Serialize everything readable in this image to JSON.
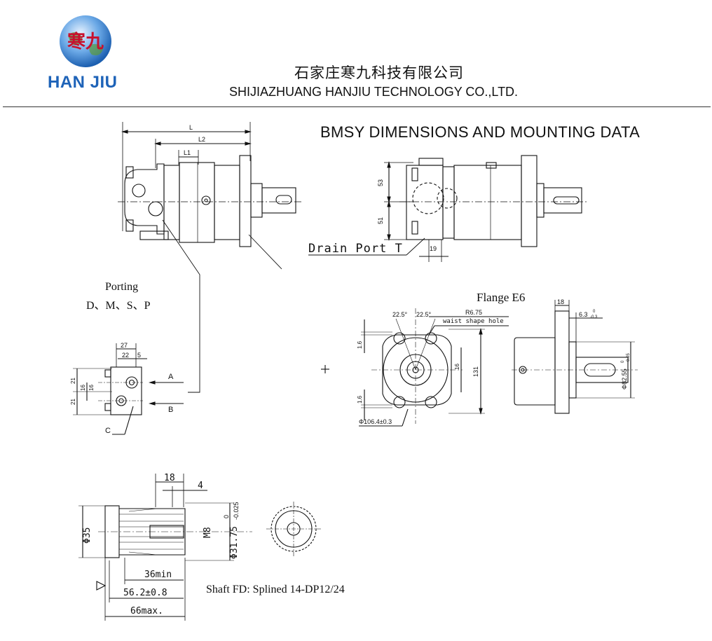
{
  "header": {
    "logo_text": "HAN JIU",
    "logo_mark": "寒九",
    "company_cn": "石家庄寒九科技有限公司",
    "company_en": "SHIJIAZHUANG HANJIU TECHNOLOGY CO.,LTD."
  },
  "title": "BMSY DIMENSIONS AND MOUNTING DATA",
  "side_view": {
    "dim_L": "L",
    "dim_L2": "L2",
    "dim_L1": "L1"
  },
  "porting": {
    "label": "Porting",
    "options": "D、M、S、P",
    "dim_27": "27",
    "dim_22": "22",
    "dim_5": "5",
    "dim_21a": "21",
    "dim_21b": "21",
    "dim_16a": "16",
    "dim_16b": "16",
    "port_A": "A",
    "port_B": "B",
    "port_C": "C"
  },
  "top_view": {
    "dim_53": "53",
    "dim_51": "51",
    "dim_19": "19",
    "drain_port": "Drain Port T"
  },
  "flange": {
    "label": "Flange E6",
    "angle_a": "22.5°",
    "angle_b": "22.5°",
    "radius": "R6.75",
    "hole_note": "waist shape hole",
    "dim_16a": "1.6",
    "dim_16b": "1.6",
    "dim_16c": "16",
    "dim_131": "131",
    "dia_bolt": "Φ106.4±0.3",
    "dim_18": "18",
    "dim_63": "6.3",
    "tol_63": "0",
    "tol_63b": "-0.3",
    "dia_pilot": "Φ82.55",
    "tol_pilot": "0",
    "tol_pilotb": "-0.05"
  },
  "shaft": {
    "dim_18": "18",
    "dim_4": "4",
    "dia_35": "Φ35",
    "thread": "M8",
    "dia_spline": "Φ31.75",
    "tol_spline": "0",
    "tol_splineb": "-0.025",
    "dim_36": "36min",
    "dim_56": "56.2±0.8",
    "dim_66": "66max.",
    "caption": "Shaft FD: Splined 14-DP12/24"
  }
}
